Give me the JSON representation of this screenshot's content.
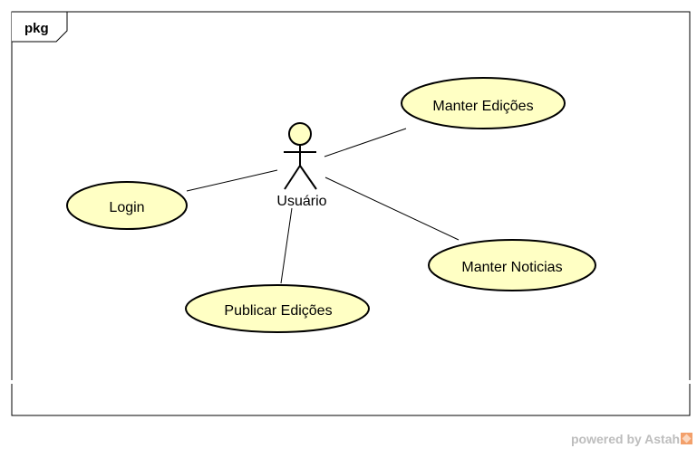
{
  "frame": {
    "tab_label": "pkg"
  },
  "actor": {
    "name": "Usuário"
  },
  "use_cases": [
    {
      "id": "manter-edicoes",
      "label": "Manter Edições"
    },
    {
      "id": "login",
      "label": "Login"
    },
    {
      "id": "manter-noticias",
      "label": "Manter Noticias"
    },
    {
      "id": "publicar-edicoes",
      "label": "Publicar Edições"
    }
  ],
  "watermark": {
    "text": "powered by Astah"
  },
  "colors": {
    "usecase_fill": "#ffffc4",
    "actor_head_fill": "#ffffc4",
    "stroke": "#000000",
    "watermark": "#bdbdbd"
  }
}
